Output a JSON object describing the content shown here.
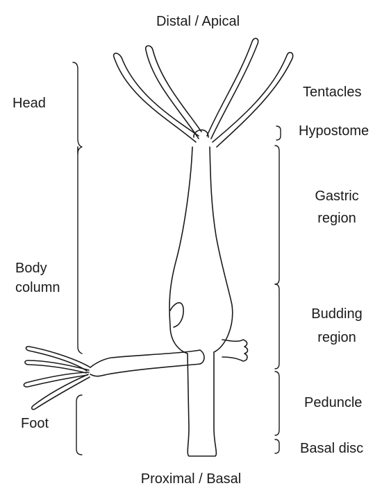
{
  "axis": {
    "top": "Distal / Apical",
    "bottom": "Proximal / Basal"
  },
  "left_regions": {
    "head": "Head",
    "body_column_line1": "Body",
    "body_column_line2": "column",
    "foot": "Foot"
  },
  "right_regions": {
    "tentacles": "Tentacles",
    "hypostome": "Hypostome",
    "gastric_line1": "Gastric",
    "gastric_line2": "region",
    "budding_line1": "Budding",
    "budding_line2": "region",
    "peduncle": "Peduncle",
    "basal_disc": "Basal disc"
  }
}
